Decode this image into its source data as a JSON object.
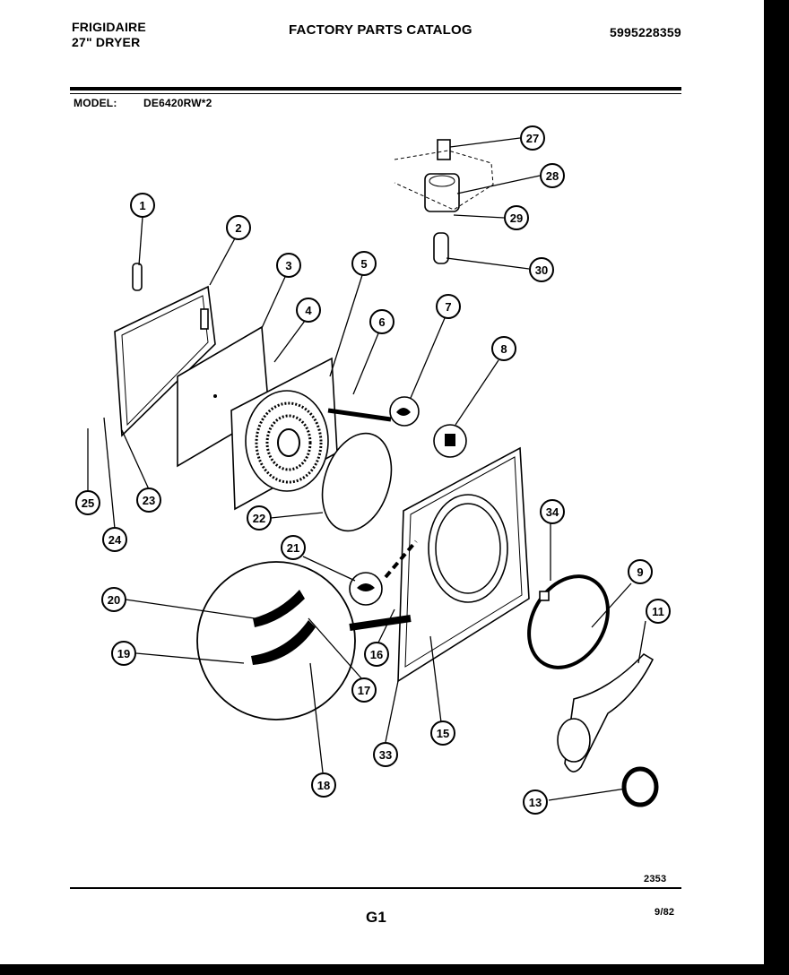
{
  "header": {
    "brand": "FRIGIDAIRE",
    "product": "27\" DRYER",
    "catalog_title": "FACTORY PARTS CATALOG",
    "catalog_number": "5995228359",
    "model_label": "MODEL:",
    "model_value": "DE6420RW*2"
  },
  "footer": {
    "drawing_code": "2353",
    "page_id": "G1",
    "date_code": "9/82"
  },
  "callouts": [
    "1",
    "2",
    "3",
    "4",
    "5",
    "6",
    "7",
    "8",
    "9",
    "11",
    "13",
    "15",
    "16",
    "17",
    "18",
    "19",
    "20",
    "21",
    "22",
    "23",
    "24",
    "25",
    "27",
    "28",
    "29",
    "30",
    "33",
    "34"
  ]
}
